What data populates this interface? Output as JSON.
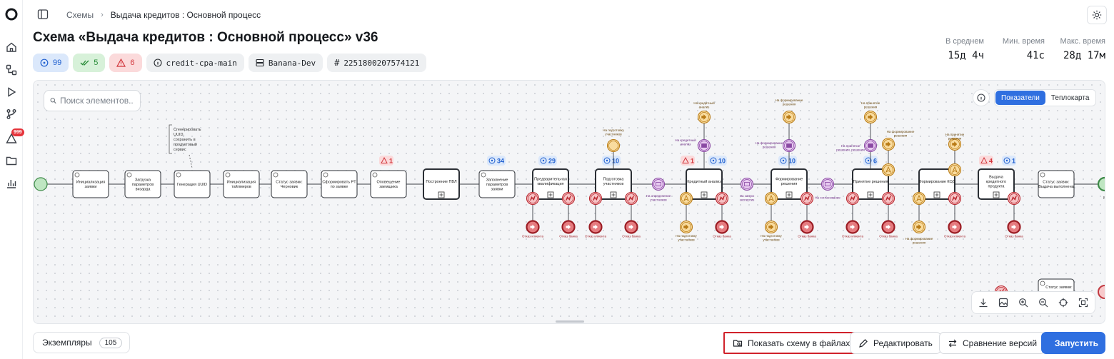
{
  "breadcrumb": {
    "root": "Схемы",
    "current": "Выдача кредитов : Основной процесс"
  },
  "rail": {
    "badge": "999"
  },
  "title": "Схема «Выдача кредитов : Основной процесс» v36",
  "chips": {
    "running": "99",
    "completed": "5",
    "errors": "6",
    "repo": "credit-cpa-main",
    "server": "Banana-Dev",
    "id": "2251800207574121"
  },
  "stats": [
    {
      "label": "В среднем",
      "value": "15д 4ч"
    },
    {
      "label": "Мин. время",
      "value": "41с"
    },
    {
      "label": "Макс. время",
      "value": "28д 17м"
    }
  ],
  "canvas": {
    "search_placeholder": "Поиск элементов..",
    "view_modes": [
      "Показатели",
      "Теплокарта"
    ],
    "active_view": "Показатели"
  },
  "diagram": {
    "annotation": "Сгенерировать UUID, сохранить в продуктовый сервис",
    "tasks": [
      "Инициализация заявки",
      "Загрузка параметров визарда",
      "Генерация UUID",
      "Инициализация тайлмеров",
      "Статус заявки: Черновик",
      "Сформировать PT по заявке",
      "Оповещение заемщика",
      "Построение ПВЛ",
      "Заполнение параметров заявки",
      "Предварительная квалификация",
      "Подготовка участников",
      "Кредитный анализ",
      "Формирование решения",
      "Принятие решения",
      "Формирование КОД",
      "Выдача кредитного продукта",
      "Статус заявки: Выдача выполнена",
      "Статус заявки:"
    ],
    "badges": {
      "notify_err": "1",
      "fill_params": "34",
      "prequal": "29",
      "prep": "10",
      "credit_err": "1",
      "credit": "10",
      "decision_form": "10",
      "decision": "6",
      "issue_err": "4",
      "issue": "1"
    },
    "labels": {
      "to_prep": "На подготовку участников",
      "to_credit": "На кредитный анализ",
      "to_credit_msg": "На кредитный анализ",
      "to_form": "На формирование решения",
      "to_form_msg": "На формирование решения",
      "to_accept": "На принятие решения",
      "to_accept_msg": "На принятие решения, решения",
      "to_form2": "На формирование решения",
      "to_accept2": "На принятие решения",
      "define_members": "На определение участников",
      "launch_expert": "На запуск экспертиз",
      "approval": "На согласование",
      "back_prep1": "На подготовку участников",
      "back_prep2": "На подготовку участников",
      "back_form": "На формирование решения",
      "end_label": "Выдача выполнена",
      "rej_client": "Отказ клиента",
      "rej_bank": "Отказ банка"
    }
  },
  "bottom": {
    "instances_label": "Экземпляры",
    "instances_count": "105",
    "show_files": "Показать схему в файлах",
    "edit": "Редактировать",
    "compare": "Сравнение версий",
    "run": "Запустить"
  }
}
